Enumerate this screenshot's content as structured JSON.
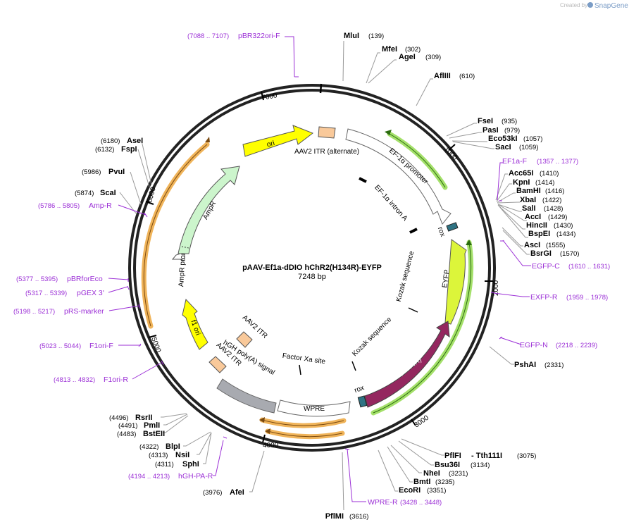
{
  "credit": {
    "prefix": "Created by",
    "brand": "SnapGene"
  },
  "plasmid": {
    "name": "pAAV-Ef1a-dDIO hChR2(H134R)-EYFP",
    "size": "7248 bp"
  },
  "ticks": [
    "1000",
    "2000",
    "3000",
    "4000",
    "5000",
    "6000",
    "7000"
  ],
  "sites": [
    {
      "name": "MluI",
      "pos": "(139)"
    },
    {
      "name": "MfeI",
      "pos": "(302)"
    },
    {
      "name": "AgeI",
      "pos": "(309)"
    },
    {
      "name": "AflIII",
      "pos": "(610)"
    },
    {
      "name": "FseI",
      "pos": "(935)"
    },
    {
      "name": "PasI",
      "pos": "(979)"
    },
    {
      "name": "Eco53kI",
      "pos": "(1057)"
    },
    {
      "name": "SacI",
      "pos": "(1059)"
    },
    {
      "name": "Acc65I",
      "pos": "(1410)"
    },
    {
      "name": "KpnI",
      "pos": "(1414)"
    },
    {
      "name": "BamHI",
      "pos": "(1416)"
    },
    {
      "name": "XbaI",
      "pos": "(1422)"
    },
    {
      "name": "SalI",
      "pos": "(1428)"
    },
    {
      "name": "AccI",
      "pos": "(1429)"
    },
    {
      "name": "HincII",
      "pos": "(1430)"
    },
    {
      "name": "BspEI",
      "pos": "(1434)"
    },
    {
      "name": "AscI",
      "pos": "(1555)"
    },
    {
      "name": "BsrGI",
      "pos": "(1570)"
    },
    {
      "name": "PshAI",
      "pos": "(2331)"
    },
    {
      "name": "PflFI",
      "pos": ""
    },
    {
      "name": "Tth111I",
      "pos": "(3075)"
    },
    {
      "name": "Bsu36I",
      "pos": "(3134)"
    },
    {
      "name": "NheI",
      "pos": "(3231)"
    },
    {
      "name": "BmtI",
      "pos": "(3235)"
    },
    {
      "name": "EcoRI",
      "pos": "(3351)"
    },
    {
      "name": "PflMI",
      "pos": "(3616)"
    },
    {
      "name": "AfeI",
      "pos": "(3976)"
    },
    {
      "name": "SphI",
      "pos": "(4311)"
    },
    {
      "name": "NsiI",
      "pos": "(4313)"
    },
    {
      "name": "BlpI",
      "pos": "(4322)"
    },
    {
      "name": "BstEII",
      "pos": "(4483)"
    },
    {
      "name": "PmlI",
      "pos": "(4491)"
    },
    {
      "name": "RsrII",
      "pos": "(4496)"
    },
    {
      "name": "ScaI",
      "pos": "(5874)"
    },
    {
      "name": "PvuI",
      "pos": "(5986)"
    },
    {
      "name": "FspI",
      "pos": "(6132)"
    },
    {
      "name": "AseI",
      "pos": "(6180)"
    }
  ],
  "primers": [
    {
      "name": "pBR322ori-F",
      "range": "(7088 .. 7107)"
    },
    {
      "name": "EF1a-F",
      "range": "(1357 .. 1377)"
    },
    {
      "name": "EGFP-C",
      "range": "(1610 .. 1631)"
    },
    {
      "name": "EXFP-R",
      "range": "(1959 .. 1978)"
    },
    {
      "name": "EGFP-N",
      "range": "(2218 .. 2239)"
    },
    {
      "name": "WPRE-R",
      "range": "(3428 .. 3448)"
    },
    {
      "name": "hGH-PA-R",
      "range": "(4194 .. 4213)"
    },
    {
      "name": "F1ori-R",
      "range": "(4813 .. 4832)"
    },
    {
      "name": "F1ori-F",
      "range": "(5023 .. 5044)"
    },
    {
      "name": "pRS-marker",
      "range": "(5198 .. 5217)"
    },
    {
      "name": "pGEX 3'",
      "range": "(5317 .. 5339)"
    },
    {
      "name": "pBRforEco",
      "range": "(5377 .. 5395)"
    },
    {
      "name": "Amp-R",
      "range": "(5786 .. 5805)"
    }
  ],
  "features": {
    "ori": "ori",
    "itr_alt": "AAV2 ITR (alternate)",
    "ef1a_promoter": "EF-1α promoter",
    "ef1a_intron": "EF-1α intron A",
    "rox_top": "rox",
    "kozak_1": "Kozak sequence",
    "eyfp": "EYFP",
    "kozak_2": "Kozak sequence",
    "chr2": "ChR2(H134R)",
    "rox_bottom": "rox",
    "factor_xa": "Factor Xa site",
    "wpre": "WPRE",
    "hgh": "hGH poly(A) signal",
    "itr_1": "AAV2 ITR",
    "itr_2": "AAV2 ITR",
    "f1ori": "f1 ori",
    "ampr_promoter": "AmpR promoter",
    "ampr": "AmpR"
  },
  "colors": {
    "backbone": "#222222",
    "ori": "#ffff00",
    "itr": "#f9c99a",
    "ampr": "#ccf5cc",
    "eyfp": "#dcf53a",
    "chr2": "#94275f",
    "hgh": "#a8aab0",
    "rox": "#2f7383",
    "primer": "#9b2fd6",
    "orf_orange": "#f0b45a",
    "orf_green": "#5cb82a"
  }
}
